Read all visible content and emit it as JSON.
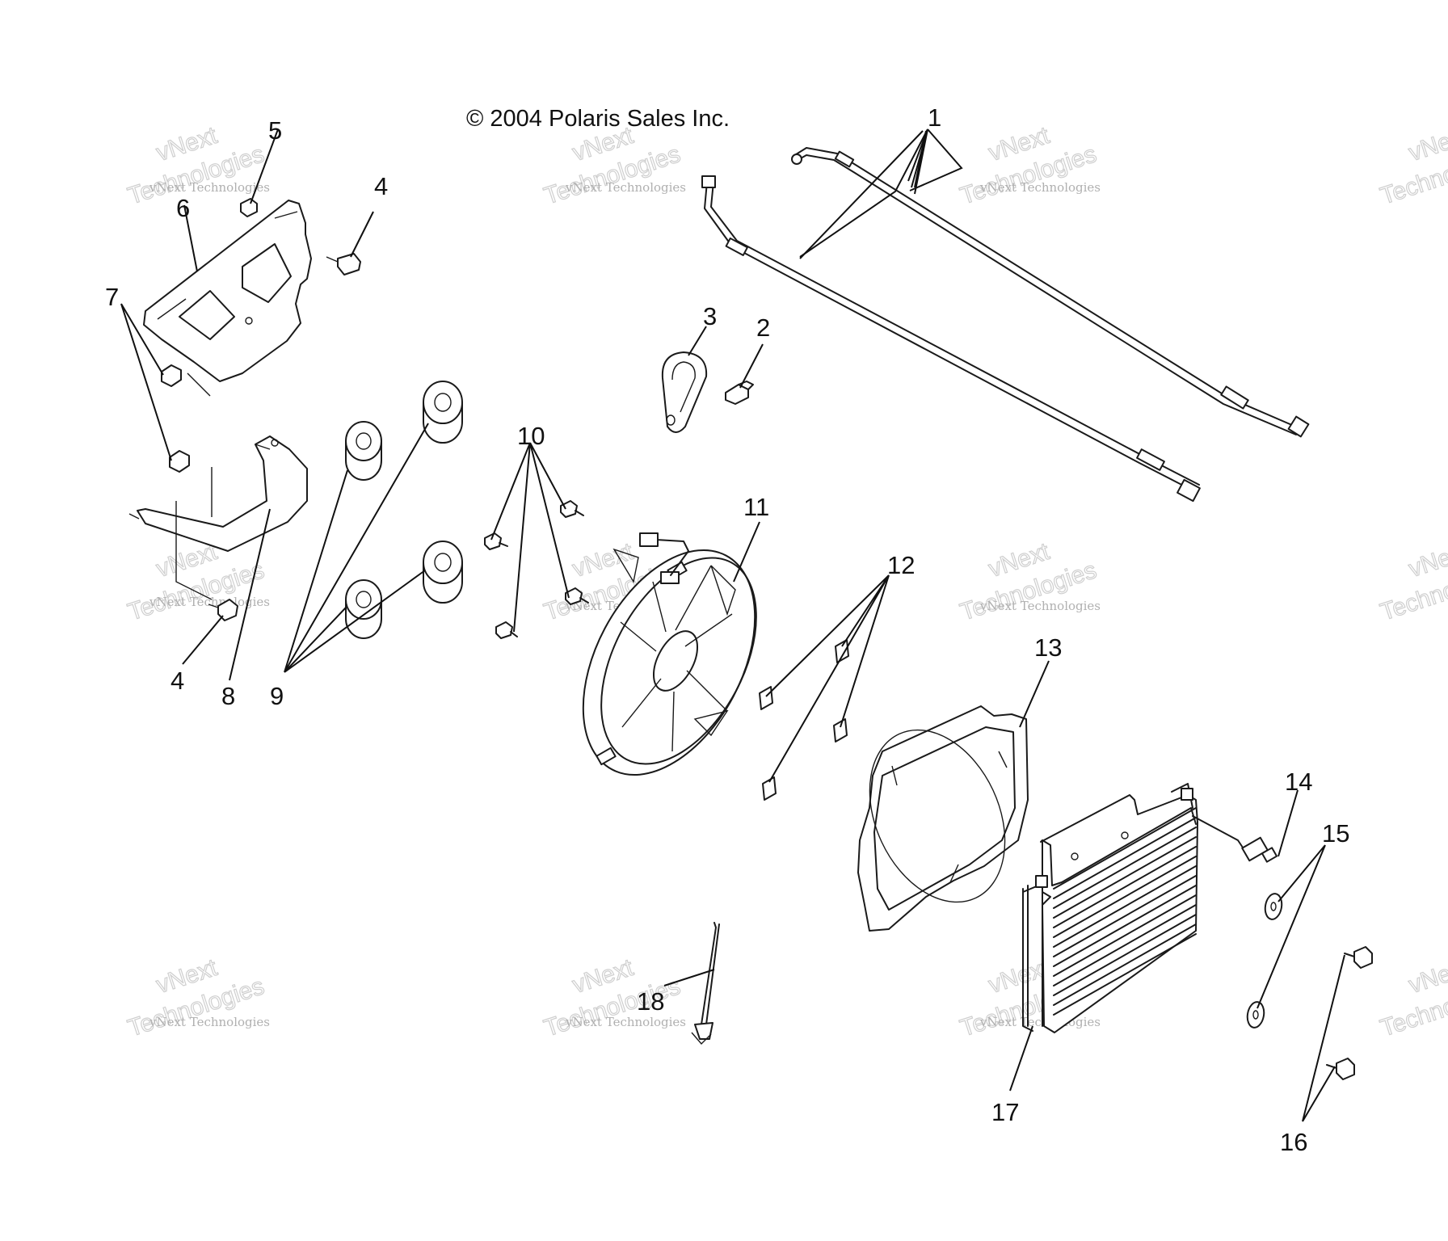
{
  "copyright": "© 2004 Polaris Sales Inc.",
  "watermark": {
    "line1": "vNext Technologies",
    "line2": "vNext",
    "line3": "Technologies"
  },
  "callouts": {
    "c1": "1",
    "c2": "2",
    "c3": "3",
    "c4a": "4",
    "c4b": "4",
    "c5": "5",
    "c6": "6",
    "c7": "7",
    "c8": "8",
    "c9": "9",
    "c10": "10",
    "c11": "11",
    "c12": "12",
    "c13": "13",
    "c14": "14",
    "c15": "15",
    "c16": "16",
    "c17": "17",
    "c18": "18"
  }
}
